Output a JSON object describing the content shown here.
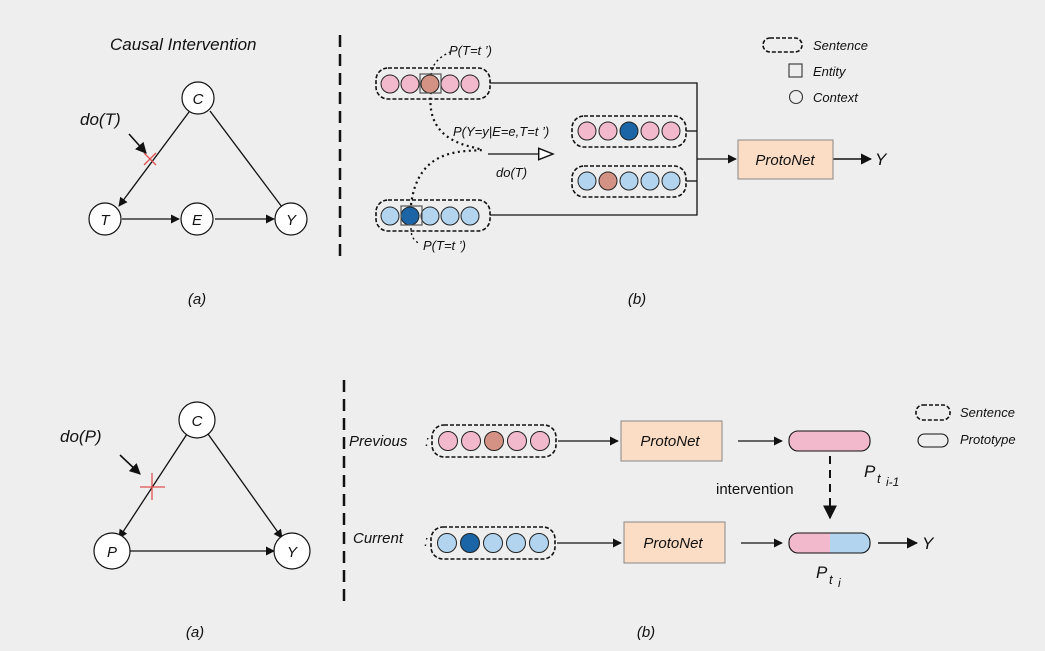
{
  "top": {
    "title": "Causal Intervention",
    "graph": {
      "node_c": "C",
      "node_t": "T",
      "node_e": "E",
      "node_y": "Y",
      "do_label": "do(T)"
    },
    "label_a": "(a)",
    "label_b": "(b)",
    "legend": {
      "sentence": "Sentence",
      "entity": "Entity",
      "context": "Context"
    },
    "p_top": "P(T=t ’)",
    "p_bottom": "P(T=t ’)",
    "p_cond": "P(Y=y|E=e,T=t ’)",
    "do_arrow": "do(T)",
    "protonet": "ProtoNet",
    "output": "Y"
  },
  "bottom": {
    "graph": {
      "node_c": "C",
      "node_p": "P",
      "node_y": "Y",
      "do_label": "do(P)"
    },
    "label_a": "(a)",
    "label_b": "(b)",
    "legend": {
      "sentence": "Sentence",
      "prototype": "Prototype"
    },
    "previous": "Previous",
    "current": "Current",
    "colon": ":",
    "protonet": "ProtoNet",
    "intervention": "intervention",
    "p_prev": "P",
    "p_prev_sub": "t",
    "p_prev_subsub": "i-1",
    "p_cur": "P",
    "p_cur_sub": "t",
    "p_cur_subsub": "i",
    "output": "Y"
  },
  "colors": {
    "pink": "#f2b8cb",
    "salmon": "#d39284",
    "light_blue": "#b2d4ee",
    "dark_blue": "#1b65a6",
    "box_fill": "#fbdcc4",
    "cross_red": "#e05050"
  }
}
